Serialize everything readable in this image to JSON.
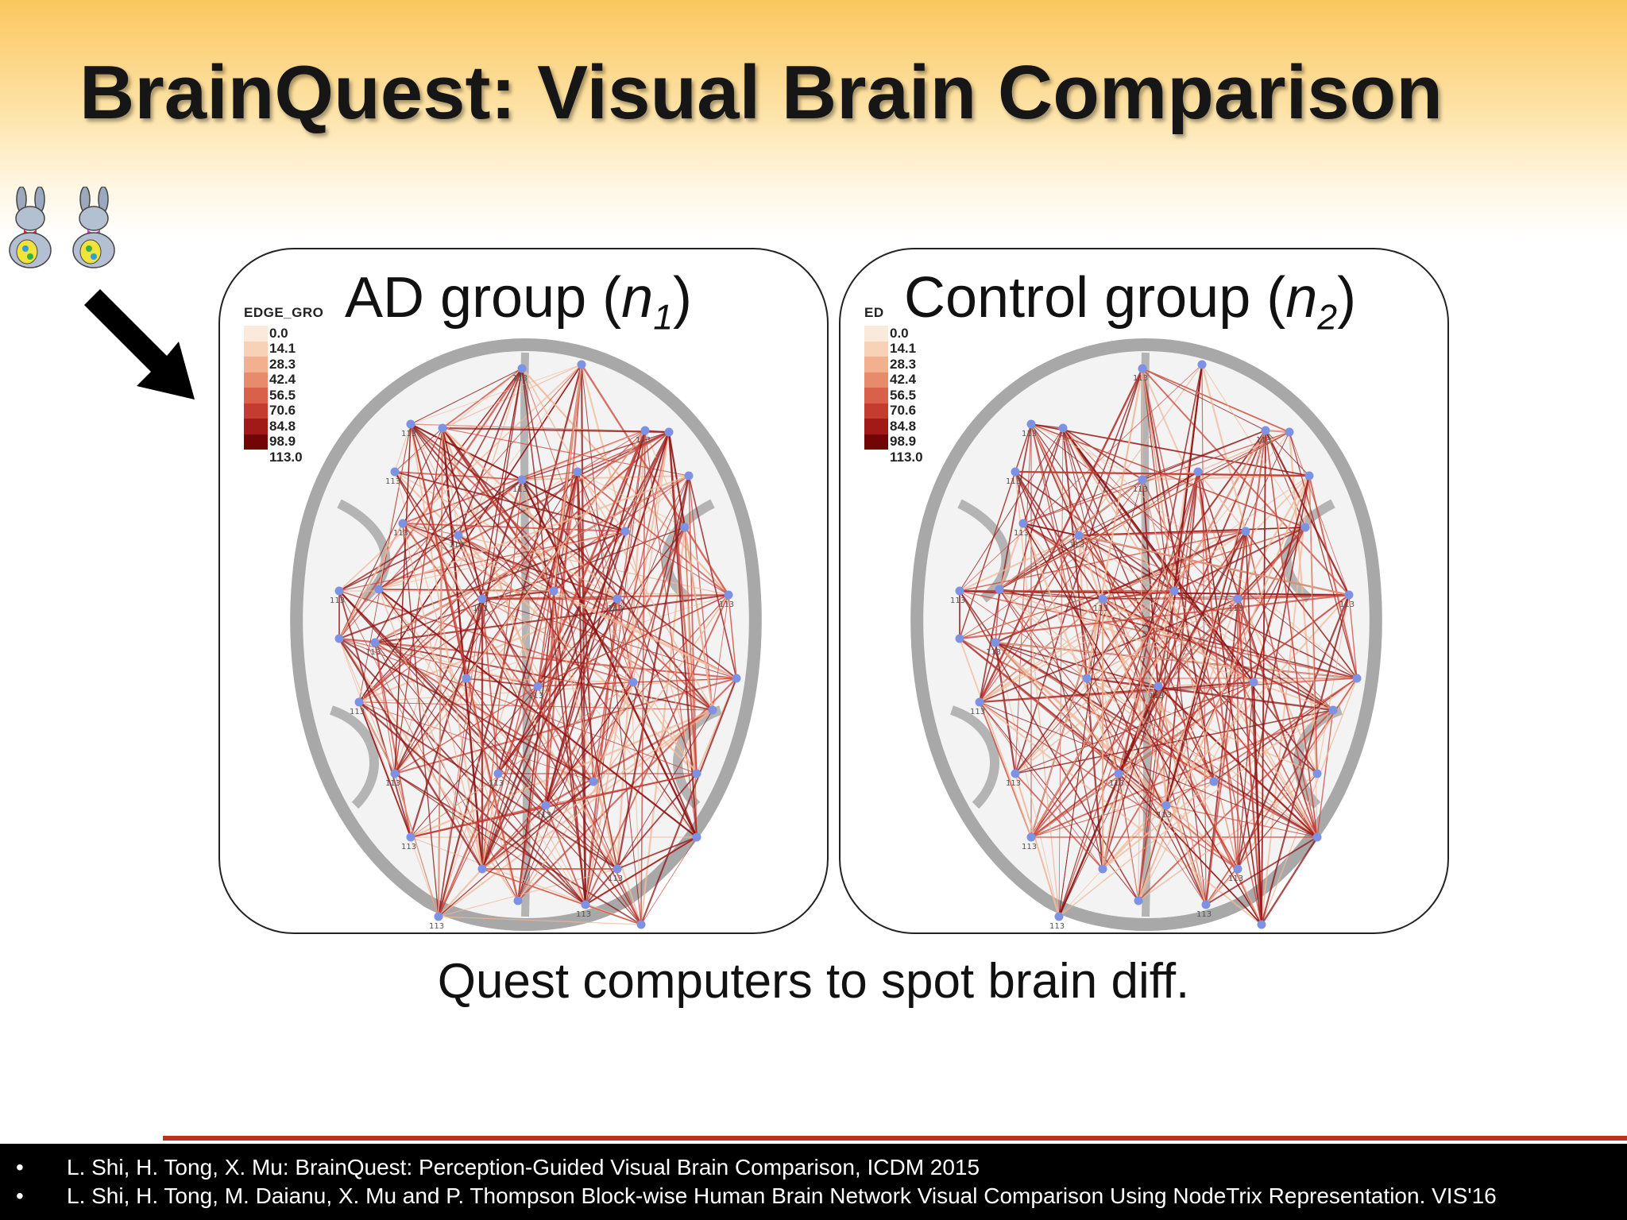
{
  "title": "BrainQuest: Visual Brain Comparison",
  "panels": [
    {
      "title_prefix": "AD group (",
      "title_var": "n",
      "title_sub": "1",
      "title_suffix": ")",
      "legend_title": "EDGE_GRO",
      "legend_values": [
        "0.0",
        "14.1",
        "28.3",
        "42.4",
        "56.5",
        "70.6",
        "84.8",
        "98.9"
      ],
      "legend_last": "113.0"
    },
    {
      "title_prefix": "Control group (",
      "title_var": "n",
      "title_sub": "2",
      "title_suffix": ")",
      "legend_title": "ED",
      "legend_values": [
        "0.0",
        "14.1",
        "28.3",
        "42.4",
        "56.5",
        "70.6",
        "84.8",
        "98.9"
      ],
      "legend_last": "113.0"
    }
  ],
  "legend_colors": [
    "#fbe9da",
    "#f8d2b6",
    "#f2b08f",
    "#e88b6c",
    "#d9604b",
    "#c43b2f",
    "#a11a17",
    "#720606"
  ],
  "node_label": "113",
  "caption": "Quest computers to spot brain diff.",
  "references": [
    "L. Shi, H. Tong, X. Mu: BrainQuest: Perception-Guided Visual Brain Comparison, ICDM 2015",
    "L. Shi, H. Tong, M. Daianu, X. Mu and P. Thompson Block-wise Human Brain Network Visual Comparison Using NodeTrix Representation. VIS'16"
  ],
  "colors": {
    "accent_rule": "#c0311d",
    "node": "#7d92e3",
    "edge_dark": "#8e1414"
  },
  "icons": {
    "mascot": "bunny-icon",
    "pointer": "arrow-down-right-icon"
  }
}
